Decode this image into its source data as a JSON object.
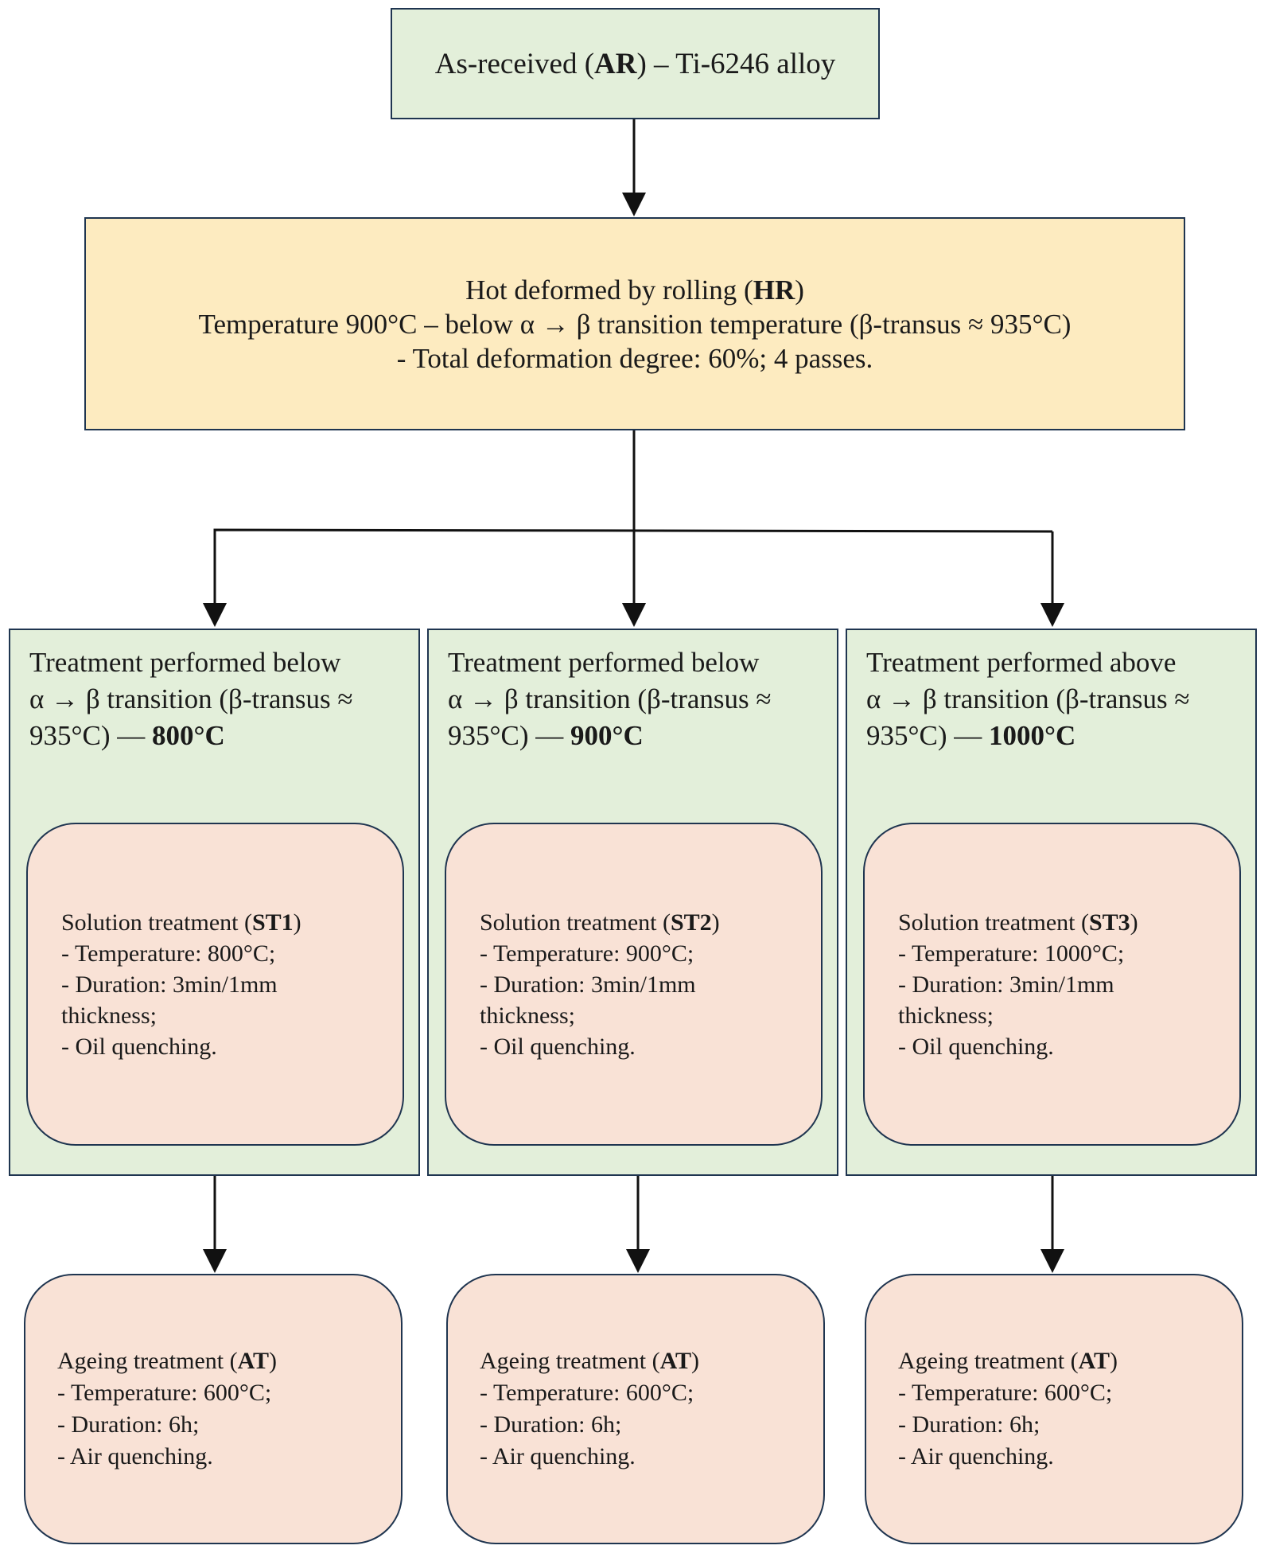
{
  "ar": {
    "text_before": "As-received (",
    "code": "AR",
    "text_after": ") – Ti-6246 alloy"
  },
  "hr": {
    "line1_before": "Hot deformed by rolling (",
    "line1_code": "HR",
    "line1_after": ")",
    "line2": "Temperature 900°C – below α → β transition temperature (β-transus ≈ 935°C)",
    "line3": "- Total deformation degree: 60%; 4 passes."
  },
  "columns": [
    {
      "head_line1": "Treatment performed below",
      "head_line2": "α → β transition (β-transus ≈",
      "head_line3_before": "935°C) — ",
      "head_line3_temp": "800°C",
      "st_title_before": "Solution treatment (",
      "st_code": "ST1",
      "st_title_after": ")",
      "st_temp": "- Temperature: 800°C;",
      "st_duration": "- Duration: 3min/1mm",
      "st_thickness": "thickness;",
      "st_quench": "- Oil quenching."
    },
    {
      "head_line1": "Treatment performed below",
      "head_line2": "α → β transition (β-transus ≈",
      "head_line3_before": "935°C) — ",
      "head_line3_temp": "900°C",
      "st_title_before": "Solution treatment (",
      "st_code": "ST2",
      "st_title_after": ")",
      "st_temp": "- Temperature: 900°C;",
      "st_duration": "- Duration: 3min/1mm",
      "st_thickness": "thickness;",
      "st_quench": "- Oil quenching."
    },
    {
      "head_line1": "Treatment performed above",
      "head_line2": "α → β transition (β-transus ≈",
      "head_line3_before": "935°C) — ",
      "head_line3_temp": "1000°C",
      "st_title_before": "Solution treatment (",
      "st_code": "ST3",
      "st_title_after": ")",
      "st_temp": "- Temperature: 1000°C;",
      "st_duration": "- Duration: 3min/1mm",
      "st_thickness": "thickness;",
      "st_quench": "- Oil quenching."
    }
  ],
  "ageing": [
    {
      "title_before": "Ageing treatment (",
      "code": "AT",
      "title_after": ")",
      "temp": "- Temperature: 600°C;",
      "duration": "- Duration: 6h;",
      "quench": "- Air quenching."
    },
    {
      "title_before": "Ageing treatment (",
      "code": "AT",
      "title_after": ")",
      "temp": "- Temperature: 600°C;",
      "duration": "- Duration: 6h;",
      "quench": "- Air quenching."
    },
    {
      "title_before": "Ageing treatment (",
      "code": "AT",
      "title_after": ")",
      "temp": "- Temperature: 600°C;",
      "duration": "- Duration: 6h;",
      "quench": "- Air quenching."
    }
  ],
  "colors": {
    "green_fill": "#e3efda",
    "yellow_fill": "#fdebc0",
    "pink_fill": "#f9e2d6",
    "border": "#1f3550",
    "arrow": "#111111"
  }
}
